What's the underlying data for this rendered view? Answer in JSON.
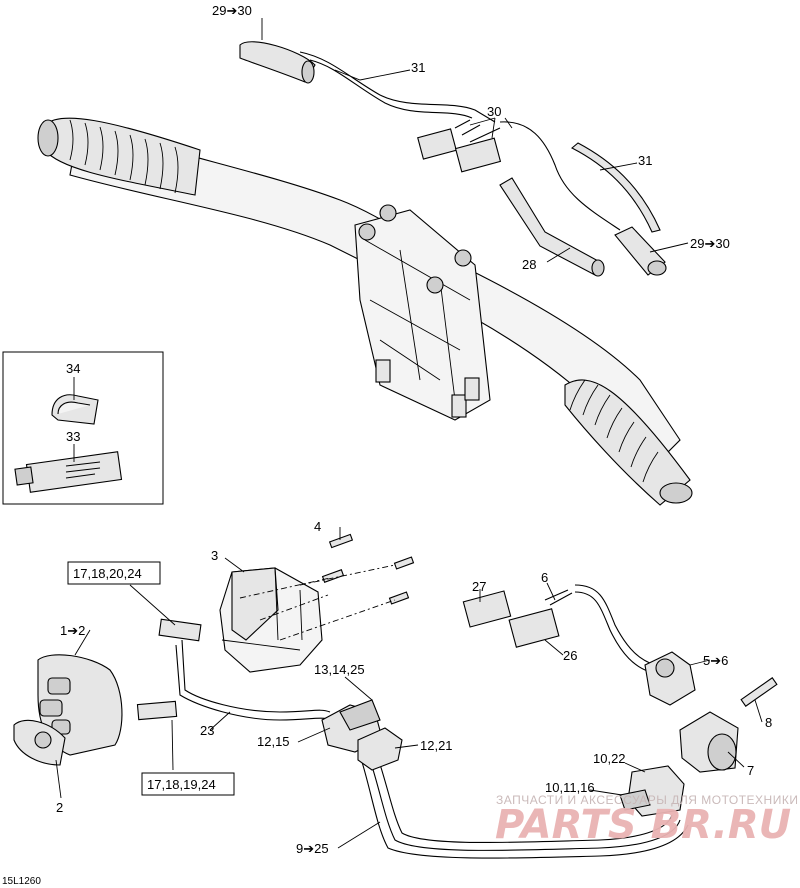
{
  "callouts": {
    "c29_30_top": "29➔30",
    "c31_top": "31",
    "c30": "30",
    "c31_right": "31",
    "c28": "28",
    "c29_30_right": "29➔30",
    "c34": "34",
    "c33": "33",
    "c4": "4",
    "c3": "3",
    "c1_2": "1➔2",
    "c2": "2",
    "c27": "27",
    "c6": "6",
    "c26": "26",
    "c5_6": "5➔6",
    "c8": "8",
    "c7": "7",
    "c13_14_25": "13,14,25",
    "c12_15": "12,15",
    "c12_21": "12,21",
    "c23": "23",
    "c10_22": "10,22",
    "c10_11_16": "10,11,16",
    "c9_25": "9➔25"
  },
  "boxed_callouts": {
    "box_top": "17,18,20,24",
    "box_bottom": "17,18,19,24"
  },
  "drawing_ref": "15L1260",
  "watermark": {
    "line1": "ЗАПЧАСТИ И АКСЕССУАРЫ ДЛЯ МОТОТЕХНИКИ",
    "line2": "PARTS  BR.RU"
  },
  "colors": {
    "ink": "#000000",
    "part_fill": "#e6e6e6",
    "watermark": "#e9b3b3"
  }
}
